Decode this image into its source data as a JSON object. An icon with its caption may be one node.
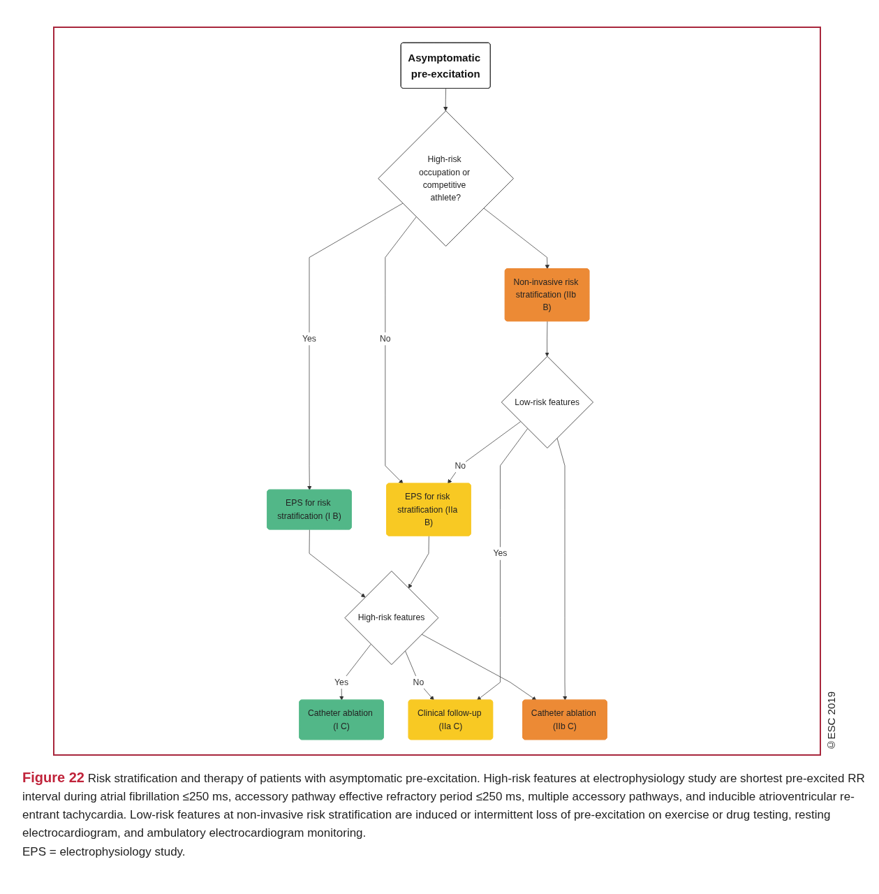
{
  "diagram": {
    "caption": "**Figure 22** Risk stratification and therapy of patients with asymptomatic pre-excitation. High-risk features at electrophysiology study are shortest pre-excited RR interval during atrial fibrillation ≤250 ms, accessory pathway effective refractory period ≤250 ms, multiple accessory pathways, and inducible atrioventricular re-entrant tachycardia. Low-risk features at non-invasive risk stratification are induced or intermittent loss of pre-excitation on exercise or drug testing, resting electrocardiogram, and ambulatory electrocardiogram monitoring.",
    "nodes": [
      {
        "text": [
          "Asymptomatic pre-excitation"
        ]
      },
      {
        "text": [
          "High-risk occupation or competitive athlete?"
        ]
      },
      {
        "text": [
          "EPS for risk stratification (I B)"
        ]
      },
      {
        "text": [
          "High-risk features"
        ]
      },
      {
        "text": [
          "EPS for risk stratification (IIa B)"
        ]
      },
      {
        "text": [
          "Non-invasive risk stratification (IIb B)"
        ]
      },
      {
        "text": [
          "Catheter ablation (I C)"
        ]
      },
      {
        "text": [
          "Low-risk features"
        ]
      },
      {
        "text": [
          "Clinical follow-up (IIa C)"
        ]
      },
      {
        "text": [
          "Catheter ablation (IIb C)"
        ]
      }
    ],
    "edges": [
      {
        "from": 0,
        "to": 1,
        "arrow": "to"
      },
      {
        "from": 1,
        "to": 2,
        "arrow": "to",
        "label": "Yes"
      },
      {
        "from": 1,
        "to": 4,
        "arrow": "to",
        "label": "No"
      },
      {
        "from": 1,
        "to": 5,
        "arrow": "to"
      },
      {
        "from": 2,
        "to": 3,
        "arrow": "to"
      },
      {
        "from": 4,
        "to": 3,
        "arrow": "to"
      },
      {
        "from": 5,
        "to": 7,
        "arrow": "to"
      },
      {
        "from": 3,
        "to": 6,
        "arrow": "to",
        "label": "Yes"
      },
      {
        "from": 3,
        "to": 8,
        "arrow": "to",
        "label": "No"
      },
      {
        "from": 3,
        "to": 9,
        "arrow": "to"
      },
      {
        "from": 7,
        "to": 4,
        "arrow": "to",
        "label": "No"
      },
      {
        "from": 7,
        "to": 8,
        "arrow": "to",
        "label": "Yes"
      },
      {
        "from": 7,
        "to": 9,
        "arrow": "to"
      }
    ],
    "labels": [
      "©ESC 2019",
      "EPS = electrophysiology study."
    ]
  }
}
